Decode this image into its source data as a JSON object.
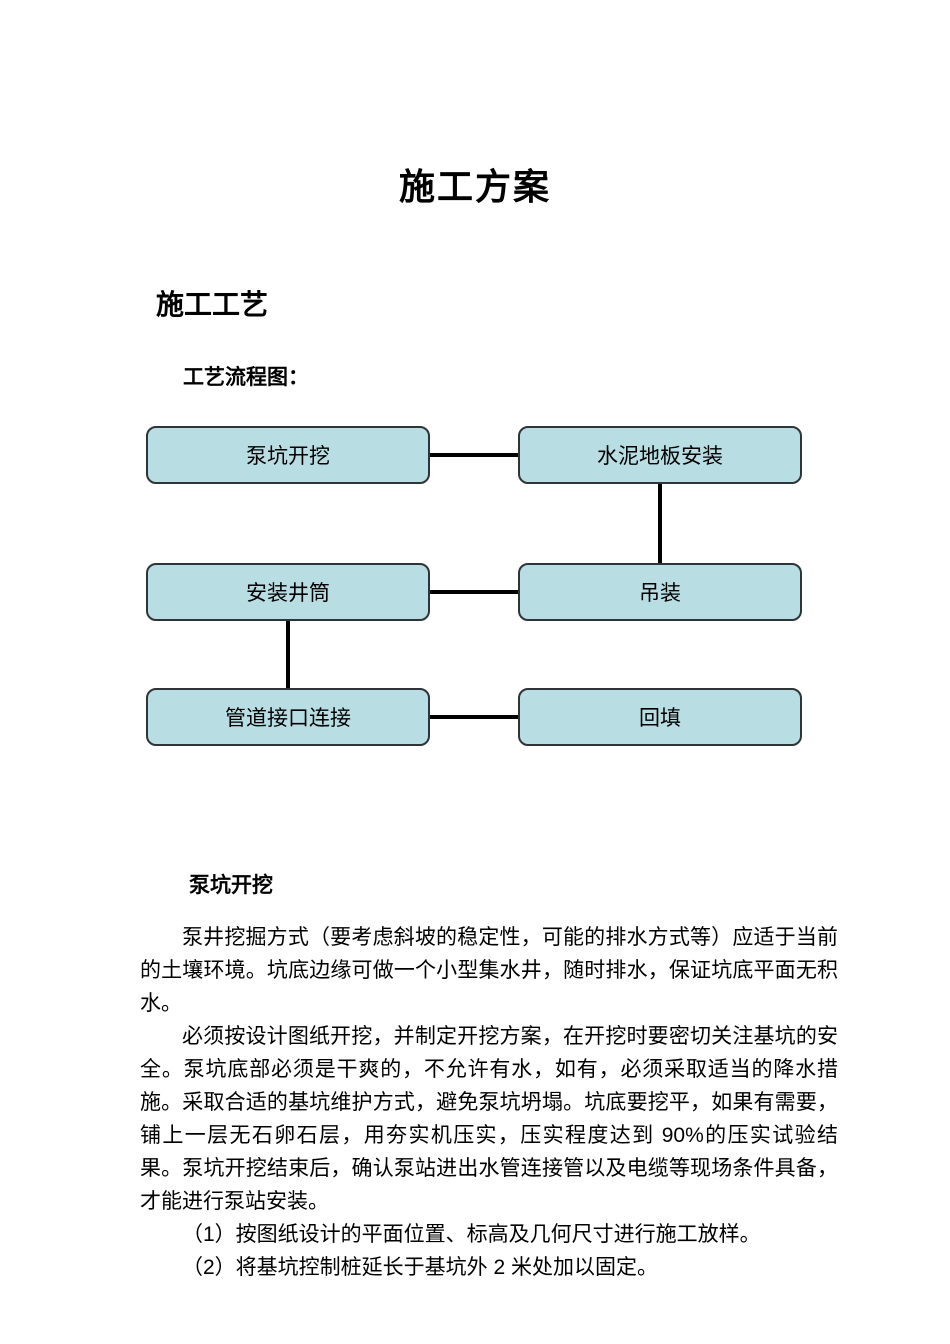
{
  "page": {
    "title": "施工方案",
    "background_color": "#ffffff",
    "text_color": "#000000"
  },
  "section": {
    "heading": "施工工艺",
    "flow_label": "工艺流程图："
  },
  "flowchart": {
    "box_fill_color": "#b8dee3",
    "box_border_color": "#2f3438",
    "connector_color": "#000000",
    "nodes": [
      {
        "label": "泵坑开挖"
      },
      {
        "label": "水泥地板安装"
      },
      {
        "label": "安装井筒"
      },
      {
        "label": "吊装"
      },
      {
        "label": "管道接口连接"
      },
      {
        "label": "回填"
      }
    ],
    "edges": [
      {
        "from": "泵坑开挖",
        "to": "水泥地板安装",
        "orientation": "horizontal"
      },
      {
        "from": "水泥地板安装",
        "to": "吊装",
        "orientation": "vertical"
      },
      {
        "from": "安装井筒",
        "to": "吊装",
        "orientation": "horizontal"
      },
      {
        "from": "安装井筒",
        "to": "管道接口连接",
        "orientation": "vertical"
      },
      {
        "from": "管道接口连接",
        "to": "回填",
        "orientation": "horizontal"
      }
    ]
  },
  "body": {
    "heading": "泵坑开挖",
    "paragraphs": [
      "泵井挖掘方式（要考虑斜坡的稳定性，可能的排水方式等）应适于当前的土壤环境。坑底边缘可做一个小型集水井，随时排水，保证坑底平面无积水。",
      "必须按设计图纸开挖，并制定开挖方案，在开挖时要密切关注基坑的安全。泵坑底部必须是干爽的，不允许有水，如有，必须采取适当的降水措施。采取合适的基坑维护方式，避免泵坑坍塌。坑底要挖平，如果有需要，铺上一层无石卵石层，用夯实机压实，压实程度达到 90%的压实试验结果。泵坑开挖结束后，确认泵站进出水管连接管以及电缆等现场条件具备，才能进行泵站安装。"
    ],
    "list_items": [
      "（1）按图纸设计的平面位置、标高及几何尺寸进行施工放样。",
      "（2）将基坑控制桩延长于基坑外 2 米处加以固定。"
    ]
  }
}
